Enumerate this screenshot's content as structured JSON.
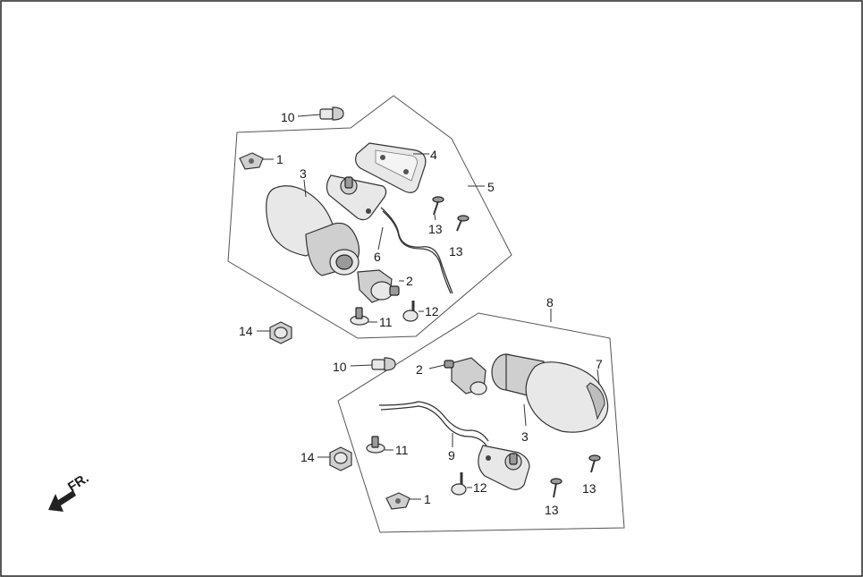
{
  "labels": {
    "top": {
      "n10": "10",
      "n1": "1",
      "n3": "3",
      "n4": "4",
      "n5": "5",
      "n6": "6",
      "n13a": "13",
      "n13b": "13",
      "n2": "2",
      "n12": "12",
      "n11": "11",
      "n14": "14"
    },
    "bottom": {
      "n8": "8",
      "n10": "10",
      "n2": "2",
      "n7": "7",
      "n3": "3",
      "n9": "9",
      "n11": "11",
      "n14": "14",
      "n12": "12",
      "n1": "1",
      "n13a": "13",
      "n13b": "13"
    }
  },
  "direction": {
    "text": "FR."
  }
}
